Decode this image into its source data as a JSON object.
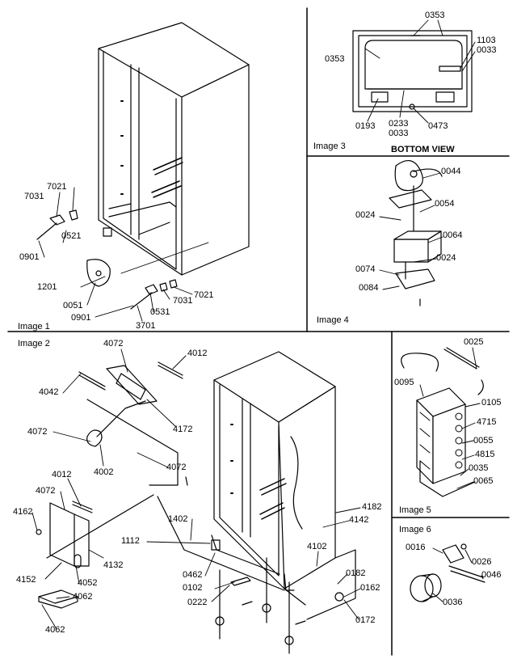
{
  "panels": [
    {
      "id": "image1",
      "title": "Image 1",
      "labels": [
        "7021",
        "7031",
        "0521",
        "0901",
        "1201",
        "0051",
        "0901",
        "3701",
        "0531",
        "7031",
        "7021"
      ]
    },
    {
      "id": "image3",
      "title": "Image 3",
      "subtitle": "BOTTOM VIEW",
      "labels": [
        "0353",
        "0353",
        "1103",
        "0033",
        "0193",
        "0233",
        "0033",
        "0473"
      ]
    },
    {
      "id": "image4",
      "title": "Image 4",
      "labels": [
        "0044",
        "0054",
        "0024",
        "0064",
        "0024",
        "0074",
        "0084"
      ]
    },
    {
      "id": "image2",
      "title": "Image 2",
      "labels": [
        "4072",
        "4012",
        "4042",
        "4172",
        "4072",
        "4002",
        "4072",
        "4012",
        "4072",
        "4162",
        "4132",
        "4152",
        "4052",
        "4062",
        "4062",
        "1402",
        "1112",
        "0462",
        "0102",
        "0222",
        "4182",
        "4142",
        "4102",
        "0182",
        "0162",
        "0172"
      ]
    },
    {
      "id": "image5",
      "title": "Image 5",
      "labels": [
        "0025",
        "0095",
        "0105",
        "4715",
        "0055",
        "4815",
        "0035",
        "0065"
      ]
    },
    {
      "id": "image6",
      "title": "Image 6",
      "labels": [
        "0016",
        "0026",
        "0046",
        "0036"
      ]
    }
  ],
  "colors": {
    "line": "#000000",
    "background": "#ffffff"
  }
}
